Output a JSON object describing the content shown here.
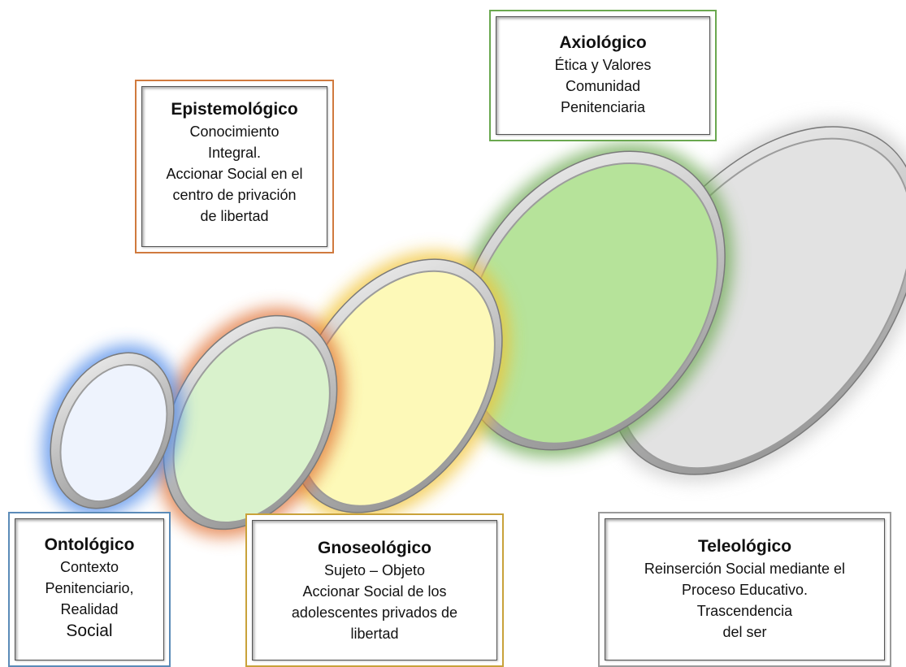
{
  "boxes": {
    "ontologico": {
      "title": "Ontológico",
      "lines": [
        "Contexto",
        "Penitenciario,",
        "Realidad",
        "Social"
      ],
      "border_color": "#5b8bb8"
    },
    "epistemologico": {
      "title": "Epistemológico",
      "lines": [
        "Conocimiento",
        "Integral.",
        "Accionar Social en el",
        "centro de privación",
        "de libertad"
      ],
      "border_color": "#d07a3e"
    },
    "gnoseologico": {
      "title": "Gnoseológico",
      "lines": [
        "Sujeto – Objeto",
        "Accionar Social de los",
        "adolescentes privados de",
        "libertad"
      ],
      "border_color": "#c9a23a"
    },
    "axiologico": {
      "title": "Axiológico",
      "lines": [
        "Ética y Valores",
        "Comunidad",
        "Penitenciaria"
      ],
      "border_color": "#6aa84f"
    },
    "teleologico": {
      "title": "Teleológico",
      "lines": [
        "Reinserción Social mediante el",
        "Proceso Educativo.",
        "Trascendencia",
        "del ser"
      ],
      "border_color": "#9a9a9a"
    }
  },
  "rings": [
    {
      "name": "ring-ontologico",
      "glow": "#4a86e8",
      "fill": "#eef3fd"
    },
    {
      "name": "ring-epistemologico",
      "glow": "#e07030",
      "fill": "#d9f2cc"
    },
    {
      "name": "ring-gnoseologico",
      "glow": "#f1c232",
      "fill": "#fdf9b8"
    },
    {
      "name": "ring-axiologico",
      "glow": "#6aa84f",
      "fill": "#b6e39a"
    },
    {
      "name": "ring-teleologico",
      "glow": "#cccccc",
      "fill": "#e2e2e2"
    }
  ]
}
